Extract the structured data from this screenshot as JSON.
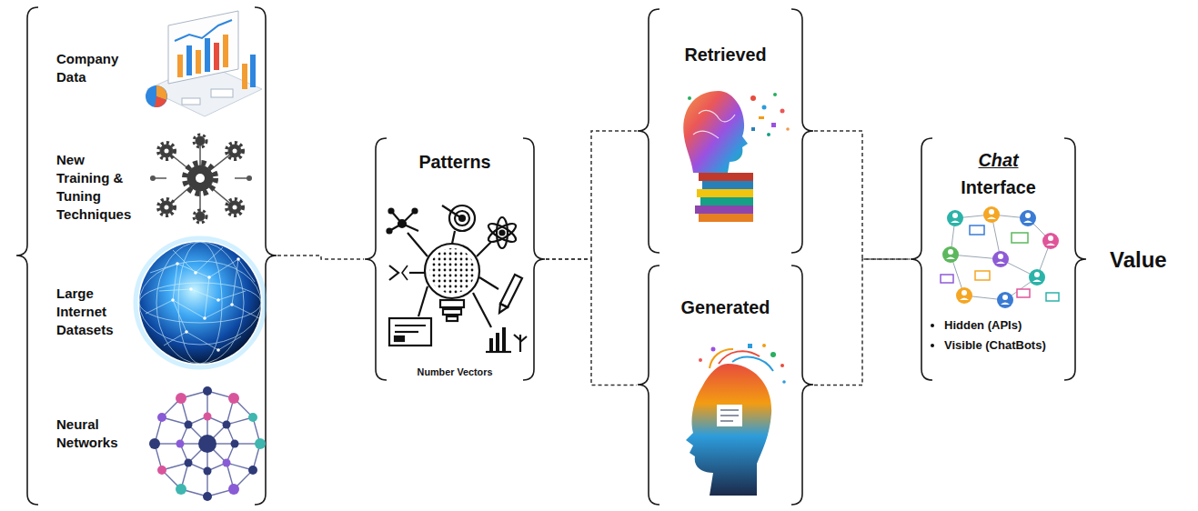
{
  "diagram": {
    "nodes": [
      {
        "text": [
          "Company Data",
          "New Training & Tuning Techniques",
          "Large Internet Datasets",
          "Neural Networks"
        ]
      },
      {
        "text": [
          "Patterns",
          "Number Vectors"
        ]
      },
      {
        "text": [
          "Retrieved"
        ]
      },
      {
        "text": [
          "Generated"
        ]
      },
      {
        "text": [
          "Chat",
          "Interface",
          "Hidden (APIs)",
          "Visible (ChatBots)"
        ]
      }
    ],
    "edges": [
      {
        "from": 0,
        "to": 1,
        "arrow": "none"
      },
      {
        "from": 1,
        "to": 2,
        "arrow": "none"
      },
      {
        "from": 1,
        "to": 3,
        "arrow": "none"
      },
      {
        "from": 2,
        "to": 4,
        "arrow": "none"
      },
      {
        "from": 3,
        "to": 4,
        "arrow": "none"
      }
    ],
    "labels": [
      "Value"
    ]
  }
}
